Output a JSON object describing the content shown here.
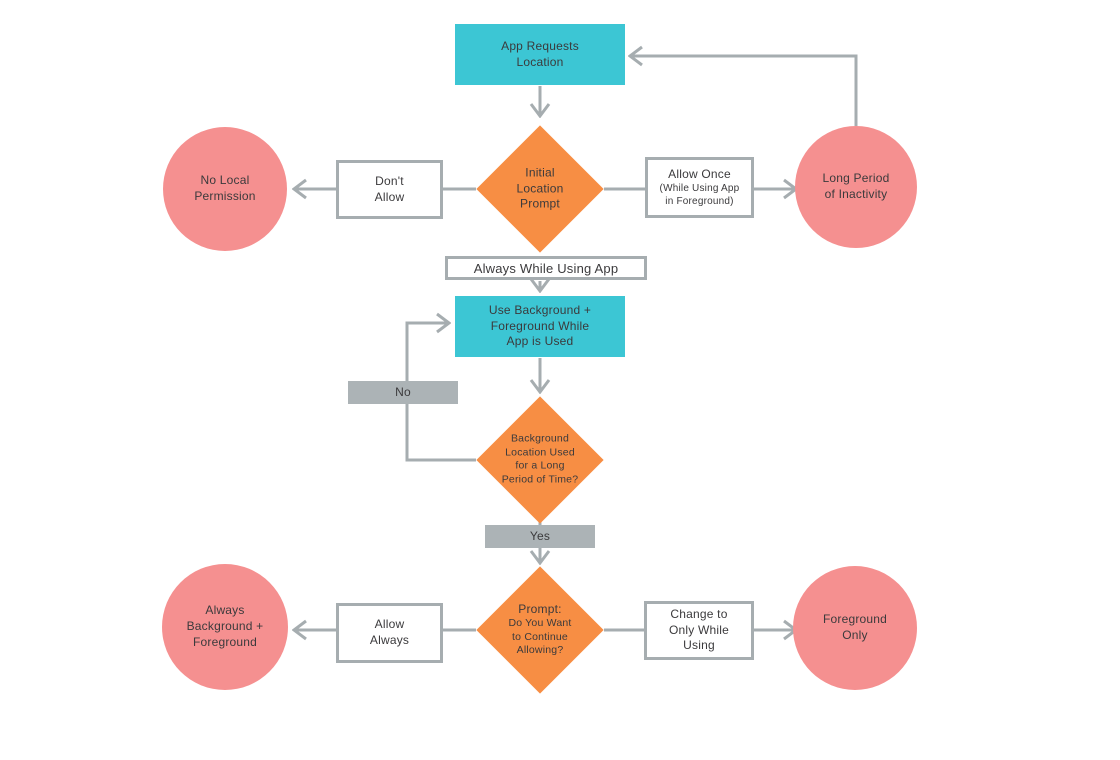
{
  "palette": {
    "teal": "#3CC6D4",
    "orange": "#F78E44",
    "pink": "#F59090",
    "line": "#A6ADB0",
    "grayfill": "#ACB3B6",
    "text": "#3B3A3C",
    "bg": "#FFFFFF"
  },
  "nodes": {
    "start": {
      "label": "App Requests\nLocation"
    },
    "initial_prompt": {
      "label": "Initial\nLocation\nPrompt"
    },
    "dont_allow": {
      "label": "Don't\nAllow"
    },
    "no_local_permission": {
      "label": "No Local\nPermission"
    },
    "allow_once": {
      "label": "Allow Once",
      "sublabel": "(While Using App\nin Foreground)"
    },
    "long_period_inactivity": {
      "label": "Long Period\nof Inactivity"
    },
    "always_while_using": {
      "label": "Always While Using App"
    },
    "use_background": {
      "label": "Use Background +\nForeground While\nApp is Used"
    },
    "no_branch": {
      "label": "No"
    },
    "background_long_time": {
      "label": "Background\nLocation Used\nfor a Long\nPeriod of Time?"
    },
    "yes_branch": {
      "label": "Yes"
    },
    "continue_prompt": {
      "label": "Prompt:",
      "sublabel": "Do You Want\nto Continue\nAllowing?"
    },
    "allow_always": {
      "label": "Allow\nAlways"
    },
    "always_background_foreground": {
      "label": "Always\nBackground +\nForeground"
    },
    "change_to_only_while_using": {
      "label": "Change to\nOnly While\nUsing"
    },
    "foreground_only": {
      "label": "Foreground\nOnly"
    }
  }
}
